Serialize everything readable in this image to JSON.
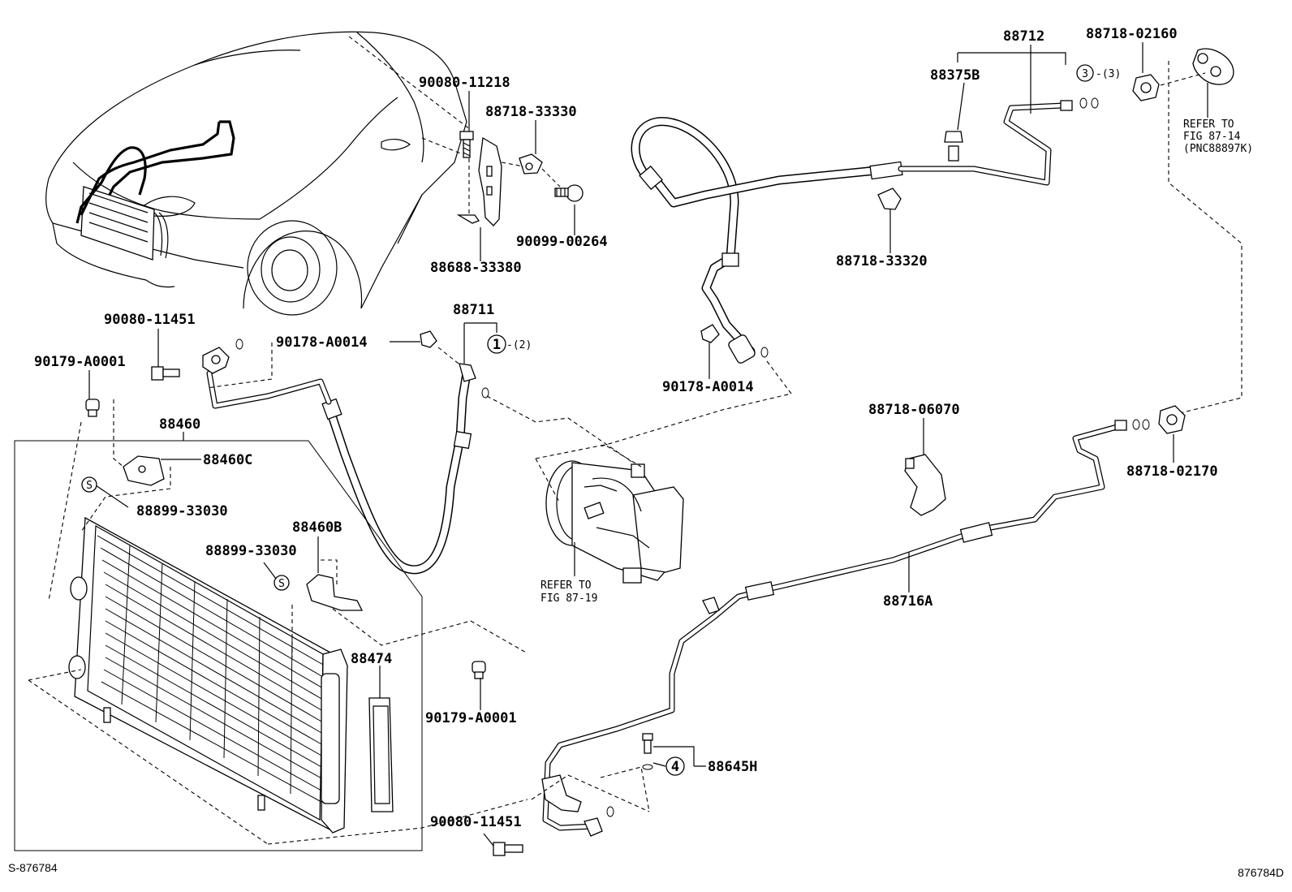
{
  "diagram": {
    "figure_code_left": "S-876784",
    "figure_code_right": "876784D",
    "labels": {
      "p88712": "88712",
      "p88718_02160": "88718-02160",
      "p88375B": "88375B",
      "p3": "3",
      "p3_qty": "-(3)",
      "refer_87_14_a": "REFER TO",
      "refer_87_14_b": "FIG 87-14",
      "refer_87_14_c": "(PNC88897K)",
      "p90080_11218": "90080-11218",
      "p88718_33330": "88718-33330",
      "p90099_00264": "90099-00264",
      "p88688_33380": "88688-33380",
      "p88718_33320": "88718-33320",
      "p88711": "88711",
      "p1": "1",
      "p1_qty": "-(2)",
      "p90080_11451_top": "90080-11451",
      "p90178_A0014_left": "90178-A0014",
      "p90179_A0001_top": "90179-A0001",
      "p90178_A0014_right": "90178-A0014",
      "p88460": "88460",
      "p88460C": "88460C",
      "p88899_33030_a": "88899-33030",
      "p88460B": "88460B",
      "p88899_33030_b": "88899-33030",
      "p88474": "88474",
      "refer_87_19_a": "REFER TO",
      "refer_87_19_b": "FIG 87-19",
      "p88718_06070": "88718-06070",
      "p88718_02170": "88718-02170",
      "p88716A": "88716A",
      "p90179_A0001_bottom": "90179-A0001",
      "p88645H": "88645H",
      "p4": "4",
      "p90080_11451_bottom": "90080-11451",
      "s_mark": "S"
    }
  }
}
